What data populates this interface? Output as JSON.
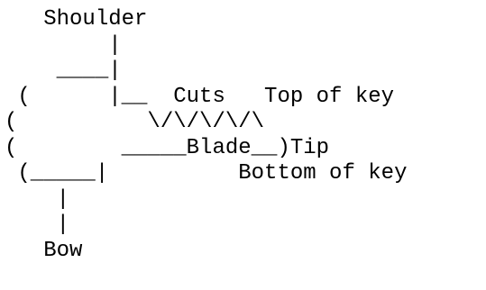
{
  "diagram": {
    "lines": [
      "   Shoulder",
      "        |",
      "    ____|",
      " (      |__  Cuts   Top of key",
      "(          \\/\\/\\/\\/\\",
      "(        _____Blade__)Tip",
      " (_____|          Bottom of key",
      "    |",
      "    |",
      "   Bow"
    ]
  }
}
